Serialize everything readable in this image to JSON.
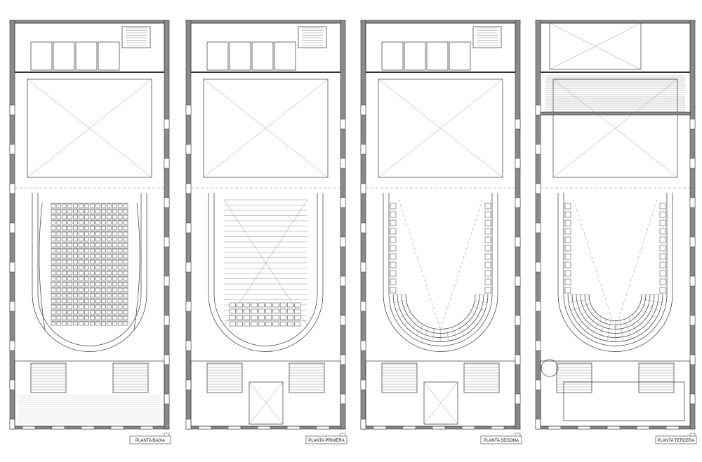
{
  "plans": [
    {
      "title": "PLANTA BAIXA"
    },
    {
      "title": "PLANTA PRIMERA"
    },
    {
      "title": "PLANTA SEGONA"
    },
    {
      "title": "PLANTA TERCERA"
    }
  ]
}
